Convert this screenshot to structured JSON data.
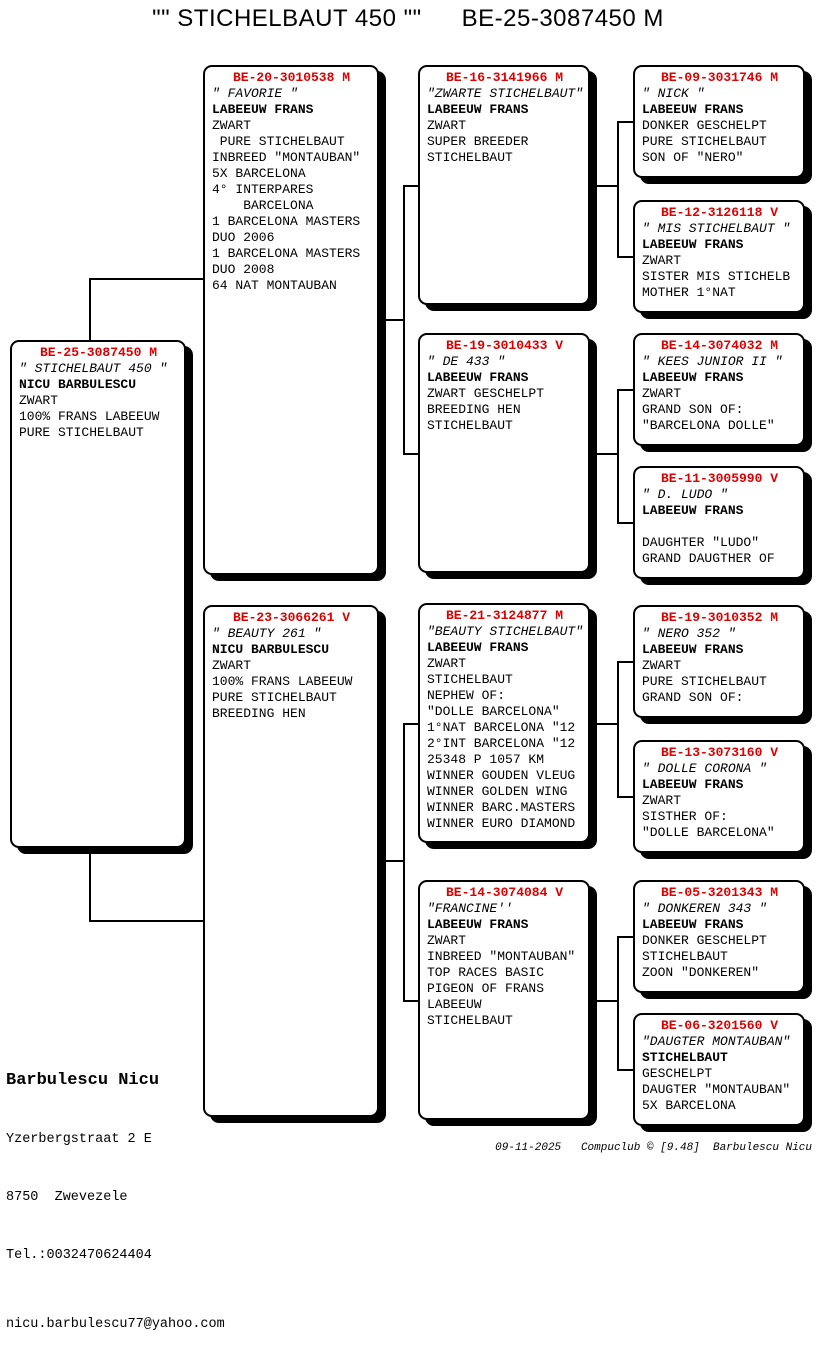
{
  "title": {
    "name_part": "\"\" STICHELBAUT 450 \"\"",
    "ring_part": "BE-25-3087450 M"
  },
  "colors": {
    "ring_number_red": "#dd0000",
    "line_black": "#000000",
    "background": "#ffffff"
  },
  "boxes": [
    {
      "key": "subject",
      "header": "BE-25-3087450 M",
      "name": "\" STICHELBAUT 450 \"",
      "owner": "NICU BARBULESCU",
      "lines": [
        "ZWART",
        "100% FRANS LABEEUW",
        "PURE STICHELBAUT"
      ]
    },
    {
      "key": "be20",
      "header": "BE-20-3010538 M",
      "name": "\" FAVORIE \"",
      "owner": "LABEEUW FRANS",
      "lines": [
        "ZWART",
        " PURE STICHELBAUT",
        "INBREED \"MONTAUBAN\"",
        "5X BARCELONA",
        "4° INTERPARES",
        "    BARCELONA",
        "1 BARCELONA MASTERS",
        "DUO 2006",
        "1 BARCELONA MASTERS",
        "DUO 2008",
        "64 NAT MONTAUBAN"
      ]
    },
    {
      "key": "be23",
      "header": "BE-23-3066261 V",
      "name": "\" BEAUTY 261 \"",
      "owner": "NICU BARBULESCU",
      "lines": [
        "ZWART",
        "100% FRANS LABEEUW",
        "PURE STICHELBAUT",
        "BREEDING HEN"
      ]
    },
    {
      "key": "be16",
      "header": "BE-16-3141966 M",
      "name": "\"ZWARTE STICHELBAUT\"",
      "owner": "LABEEUW FRANS",
      "lines": [
        "ZWART",
        "SUPER BREEDER",
        "STICHELBAUT"
      ]
    },
    {
      "key": "be19",
      "header": "BE-19-3010433 V",
      "name": "\" DE 433 \"",
      "owner": "LABEEUW FRANS",
      "lines": [
        "ZWART GESCHELPT",
        "BREEDING HEN",
        "STICHELBAUT"
      ]
    },
    {
      "key": "be21",
      "header": "BE-21-3124877 M",
      "name": "\"BEAUTY STICHELBAUT\"",
      "owner": "LABEEUW FRANS",
      "lines": [
        "ZWART",
        "STICHELBAUT",
        "NEPHEW OF:",
        "\"DOLLE BARCELONA\"",
        "1°NAT BARCELONA \"12",
        "2°INT BARCELONA \"12",
        "25348 P 1057 KM",
        "WINNER GOUDEN VLEUG",
        "WINNER GOLDEN WING",
        "WINNER BARC.MASTERS",
        "WINNER EURO DIAMOND"
      ]
    },
    {
      "key": "be14084",
      "header": "BE-14-3074084 V",
      "name": "\"FRANCINE''",
      "owner": "LABEEUW FRANS",
      "lines": [
        "ZWART",
        "INBREED \"MONTAUBAN\"",
        "TOP RACES BASIC",
        "PIGEON OF FRANS",
        "LABEEUW",
        "STICHELBAUT"
      ]
    },
    {
      "key": "be09",
      "header": "BE-09-3031746 M",
      "name": "\" NICK \"",
      "owner": "LABEEUW FRANS",
      "lines": [
        "DONKER GESCHELPT",
        "PURE STICHELBAUT",
        "SON OF \"NERO\""
      ]
    },
    {
      "key": "be12",
      "header": "BE-12-3126118 V",
      "name": "\" MIS STICHELBAUT \"",
      "owner": "LABEEUW FRANS",
      "lines": [
        "ZWART",
        "SISTER MIS STICHELB",
        "MOTHER 1°NAT"
      ]
    },
    {
      "key": "be14032",
      "header": "BE-14-3074032 M",
      "name": "\" KEES JUNIOR II \"",
      "owner": "LABEEUW FRANS",
      "lines": [
        "ZWART",
        "GRAND SON OF:",
        "\"BARCELONA DOLLE\""
      ]
    },
    {
      "key": "be11",
      "header": "BE-11-3005990 V",
      "name": "\" D. LUDO \"",
      "owner": "LABEEUW FRANS",
      "lines": [
        "",
        "DAUGHTER \"LUDO\"",
        "GRAND DAUGTHER OF"
      ]
    },
    {
      "key": "be19352",
      "header": "BE-19-3010352 M",
      "name": "\" NERO 352 \"",
      "owner": "LABEEUW FRANS",
      "lines": [
        "ZWART",
        "PURE STICHELBAUT",
        "GRAND SON OF:"
      ]
    },
    {
      "key": "be13",
      "header": "BE-13-3073160 V",
      "name": "\" DOLLE CORONA \"",
      "owner": "LABEEUW FRANS",
      "lines": [
        "ZWART",
        "SISTHER OF:",
        "\"DOLLE BARCELONA\""
      ]
    },
    {
      "key": "be05",
      "header": "BE-05-3201343 M",
      "name": "\" DONKEREN 343 \"",
      "owner": "LABEEUW FRANS",
      "lines": [
        "DONKER GESCHELPT",
        "STICHELBAUT",
        "ZOON \"DONKEREN\""
      ]
    },
    {
      "key": "be06",
      "header": "BE-06-3201560 V",
      "name": "\"DAUGTER MONTAUBAN\"",
      "owner": "STICHELBAUT",
      "lines": [
        "GESCHELPT",
        "DAUGTER \"MONTAUBAN\"",
        "5X BARCELONA"
      ]
    }
  ],
  "contact": {
    "name": "Barbulescu Nicu",
    "address_line1": "Yzerbergstraat 2 E",
    "address_line2": "8750  Zwevezele",
    "phone_line": "Tel.:0032470624404",
    "email": "nicu.barbulescu77@yahoo.com"
  },
  "footer": {
    "text": "09-11-2025   Compuclub © [9.48]  Barbulescu Nicu"
  }
}
